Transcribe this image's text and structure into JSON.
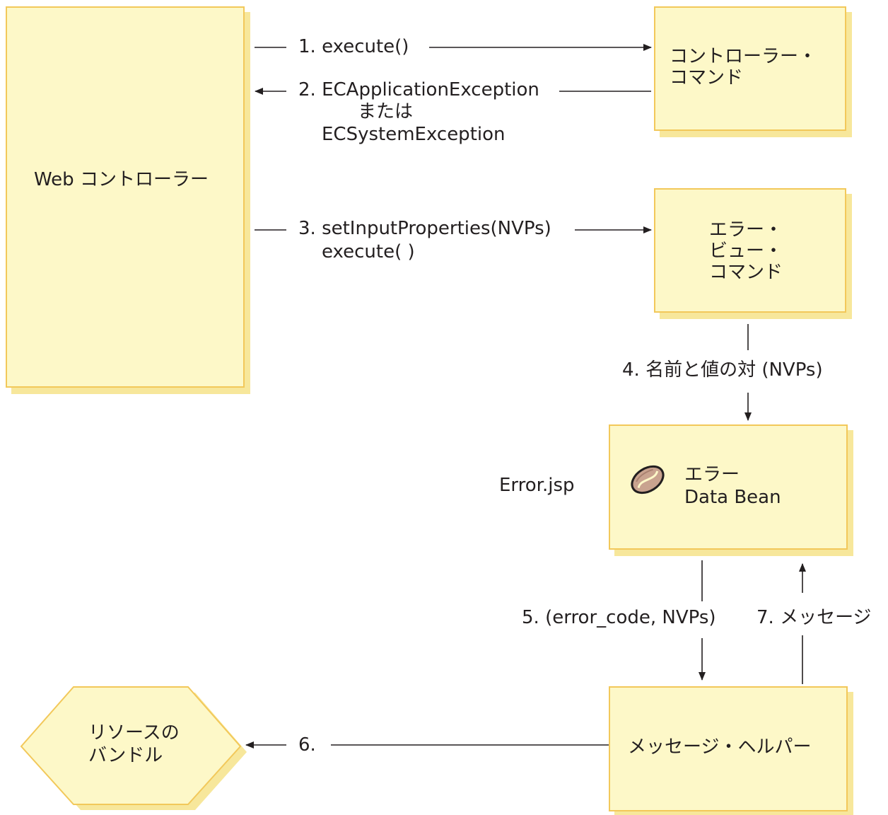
{
  "colors": {
    "box_fill": "#fdf8c8",
    "box_border": "#f2c85a",
    "box_shadow": "#f7e79b",
    "line": "#231f20",
    "bean": "#c9a38f"
  },
  "nodes": {
    "web_controller": "Web コントローラー",
    "controller_command": [
      "コントローラー・",
      "コマンド"
    ],
    "error_view_command": [
      "エラー・",
      "ビュー・",
      "コマンド"
    ],
    "error_data_bean": [
      "エラー",
      "Data Bean"
    ],
    "error_data_bean_icon": "bean-icon",
    "error_jsp": "Error.jsp",
    "message_helper": "メッセージ・ヘルパー",
    "resource_bundle": [
      "リソースの",
      "バンドル"
    ]
  },
  "edges": {
    "step1": "1. execute()",
    "step2": [
      "2. ECApplicationException",
      "または",
      "ECSystemException"
    ],
    "step3": [
      "3. setInputProperties(NVPs)",
      "execute( )"
    ],
    "step4": "4. 名前と値の対 (NVPs)",
    "step5": "5. (error_code, NVPs)",
    "step6": "6.",
    "step7": "7. メッセージ"
  }
}
